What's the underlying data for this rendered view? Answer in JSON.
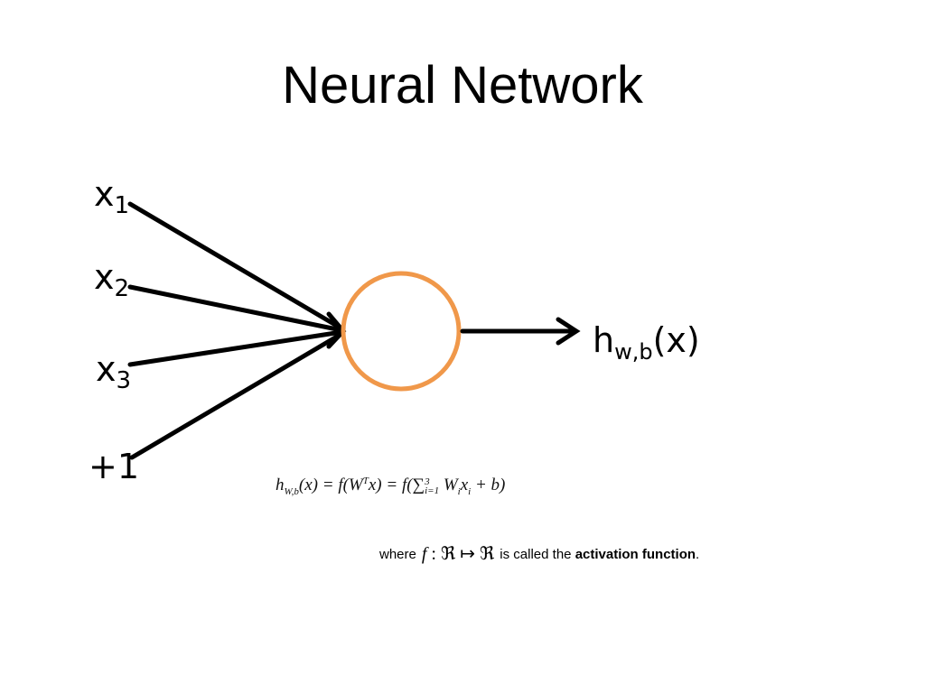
{
  "slide": {
    "title": "Neural Network"
  },
  "diagram": {
    "inputs": [
      {
        "base": "x",
        "sub": "1"
      },
      {
        "base": "x",
        "sub": "2"
      },
      {
        "base": "x",
        "sub": "3"
      },
      {
        "base": "+1",
        "sub": ""
      }
    ],
    "output": {
      "base": "h",
      "sub": "w,b",
      "arg": "(x)"
    },
    "node_color": "#F0984A",
    "line_color": "#000000"
  },
  "formula": {
    "lhs": "h",
    "lhs_sub": "W,b",
    "part1": "(x) = f(W",
    "sup_T": "T",
    "part2": "x) = f(",
    "sum": "∑",
    "sum_sup": "3",
    "sum_sub": "i=1",
    "part3": " W",
    "wi_sub": "i",
    "part4": "x",
    "xi_sub": "i",
    "part5": " + b)"
  },
  "note": {
    "prefix": "where",
    "map_f": "f",
    "map_colon": " : ℜ ↦ ℜ",
    "middle": "is called the",
    "term": "activation function",
    "suffix": "."
  }
}
